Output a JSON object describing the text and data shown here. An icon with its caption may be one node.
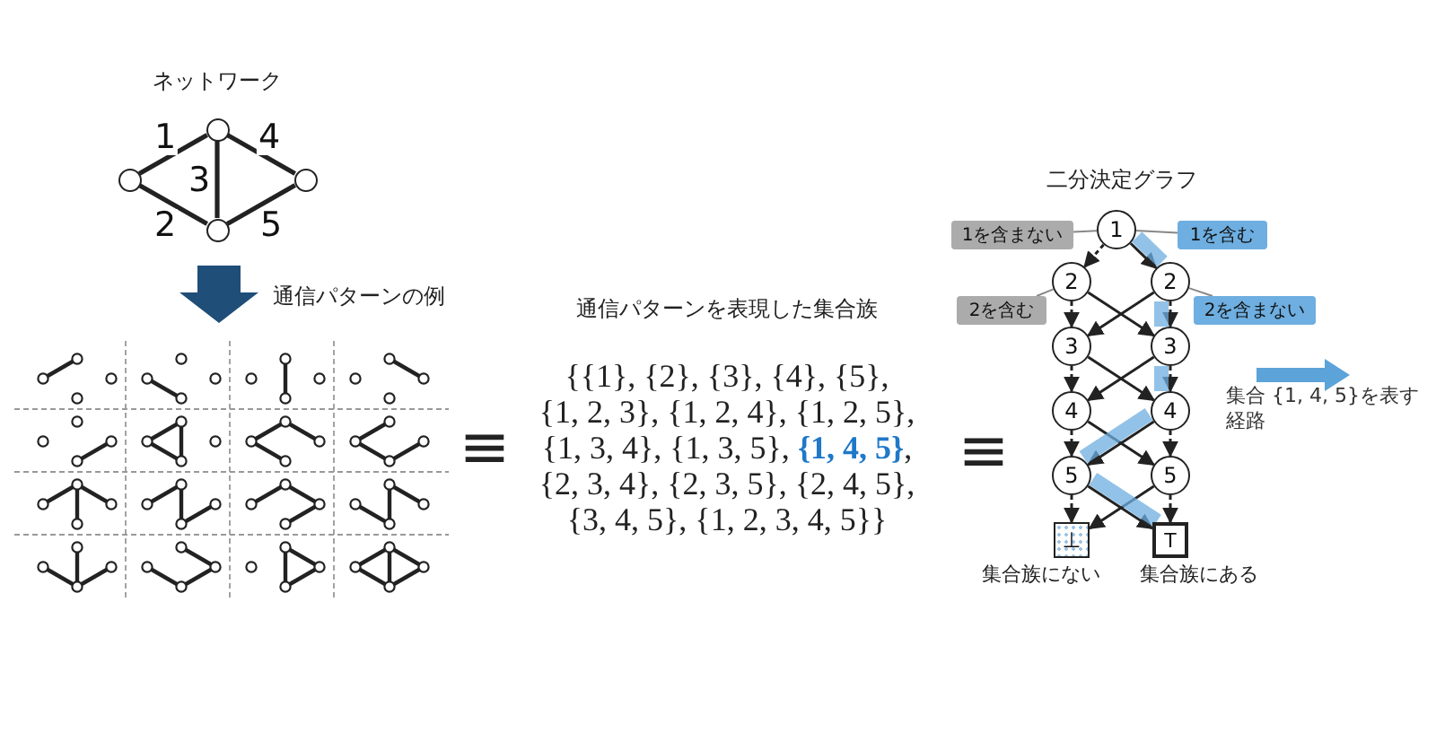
{
  "diagram": {
    "nodes": [
      {
        "text": [],
        "shape": "circle"
      },
      {
        "text": [],
        "shape": "circle"
      },
      {
        "text": [],
        "shape": "circle"
      },
      {
        "text": [],
        "shape": "circle"
      },
      {
        "text": [
          "1"
        ]
      },
      {
        "text": [
          "2"
        ]
      },
      {
        "text": [
          "2"
        ]
      },
      {
        "text": [
          "3"
        ]
      },
      {
        "text": [
          "3"
        ]
      },
      {
        "text": [
          "4"
        ]
      },
      {
        "text": [
          "4"
        ]
      },
      {
        "text": [
          "5"
        ]
      },
      {
        "text": [
          "5"
        ]
      },
      {
        "text": [
          "⊥"
        ],
        "beside": [
          "集合族にない"
        ]
      },
      {
        "text": [
          "T"
        ],
        "beside": [
          "集合族にある"
        ]
      },
      {
        "text": [
          "1を含まない"
        ]
      },
      {
        "text": [
          "1を含む"
        ]
      },
      {
        "text": [
          "2を含む"
        ]
      },
      {
        "text": [
          "2を含まない"
        ]
      }
    ],
    "edges": [
      {
        "from": 1,
        "to": 0,
        "arrow": "none",
        "label": "1"
      },
      {
        "from": 0,
        "to": 2,
        "arrow": "none",
        "label": "4"
      },
      {
        "from": 0,
        "to": 3,
        "arrow": "none",
        "label": "3"
      },
      {
        "from": 1,
        "to": 3,
        "arrow": "none",
        "label": "2"
      },
      {
        "from": 3,
        "to": 2,
        "arrow": "none",
        "label": "5"
      },
      {
        "from": 4,
        "to": 5,
        "arrow": "to",
        "style": "dashed"
      },
      {
        "from": 4,
        "to": 6,
        "arrow": "to"
      },
      {
        "from": 5,
        "to": 7,
        "arrow": "to",
        "style": "dashed"
      },
      {
        "from": 5,
        "to": 8,
        "arrow": "to"
      },
      {
        "from": 6,
        "to": 7,
        "arrow": "to"
      },
      {
        "from": 6,
        "to": 8,
        "arrow": "to",
        "style": "dashed"
      },
      {
        "from": 7,
        "to": 9,
        "arrow": "to",
        "style": "dashed"
      },
      {
        "from": 7,
        "to": 10,
        "arrow": "to"
      },
      {
        "from": 8,
        "to": 9,
        "arrow": "to"
      },
      {
        "from": 8,
        "to": 10,
        "arrow": "to",
        "style": "dashed"
      },
      {
        "from": 9,
        "to": 11,
        "arrow": "to",
        "style": "dashed"
      },
      {
        "from": 9,
        "to": 12,
        "arrow": "to"
      },
      {
        "from": 10,
        "to": 11,
        "arrow": "to"
      },
      {
        "from": 10,
        "to": 12,
        "arrow": "to",
        "style": "dashed"
      },
      {
        "from": 11,
        "to": 13,
        "arrow": "to",
        "style": "dashed"
      },
      {
        "from": 11,
        "to": 14,
        "arrow": "to"
      },
      {
        "from": 12,
        "to": 13,
        "arrow": "to"
      },
      {
        "from": 12,
        "to": 14,
        "arrow": "to",
        "style": "dashed"
      },
      {
        "from": 15,
        "to": 4,
        "arrow": "none",
        "color": "#888888"
      },
      {
        "from": 16,
        "to": 4,
        "arrow": "none",
        "color": "#888888"
      },
      {
        "from": 17,
        "to": 5,
        "arrow": "none",
        "color": "#888888"
      },
      {
        "from": 18,
        "to": 6,
        "arrow": "none",
        "color": "#888888"
      },
      {
        "from": 4,
        "to": 6,
        "arrow": "none",
        "style": "thick",
        "color": "#6eaee0"
      },
      {
        "from": 6,
        "to": 8,
        "arrow": "none",
        "style": "thick",
        "color": "#6eaee0"
      },
      {
        "from": 8,
        "to": 10,
        "arrow": "none",
        "style": "thick",
        "color": "#6eaee0"
      },
      {
        "from": 10,
        "to": 11,
        "arrow": "none",
        "style": "thick",
        "color": "#6eaee0"
      },
      {
        "from": 11,
        "to": 14,
        "arrow": "none",
        "style": "thick",
        "color": "#6eaee0"
      }
    ],
    "labels": [
      "ネットワーク",
      "二分決定グラフ",
      "通信パターンの例",
      "通信パターンを表現した集合族",
      "{{1}, {2}, {3}, {4}, {5},",
      "{1, 2, 3}, {1, 2, 4}, {1, 2, 5},",
      "{1, 3, 4}, {1, 3, 5}, **{1, 4, 5}**,",
      "{2, 3, 4}, {2, 3, 5}, {2, 4, 5},",
      "{3, 4, 5}, {1, 2, 3, 4, 5}}",
      "≡",
      "≡",
      "集合 {1, 4, 5}を表す経路"
    ]
  }
}
